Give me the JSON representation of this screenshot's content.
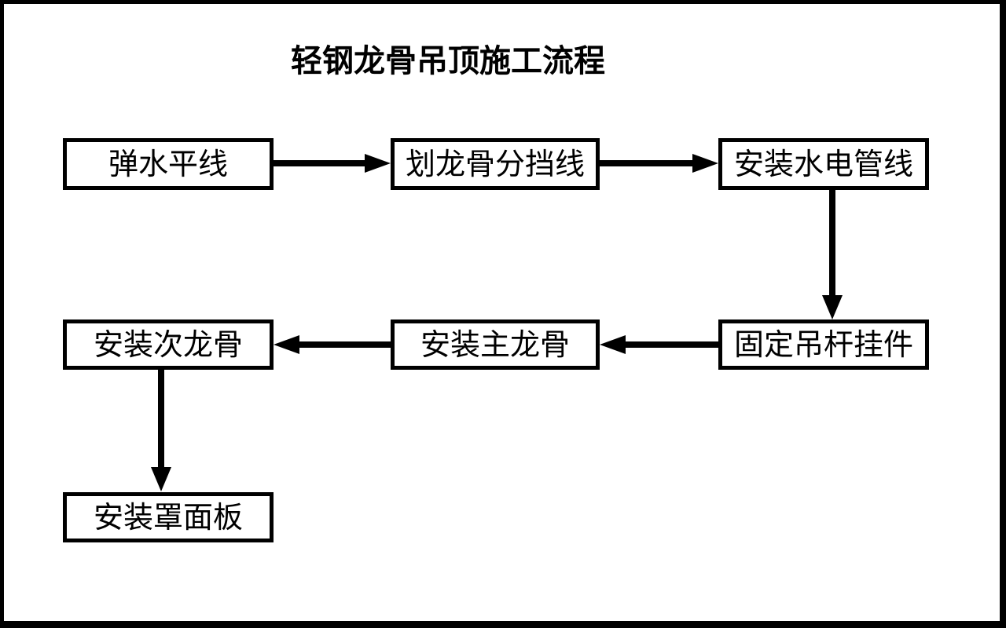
{
  "title": "轻钢龙骨吊顶施工流程",
  "colors": {
    "line": "#000000",
    "background": "#ffffff"
  },
  "nodes": [
    {
      "id": 1,
      "label": "弹水平线"
    },
    {
      "id": 2,
      "label": "划龙骨分挡线"
    },
    {
      "id": 3,
      "label": "安装水电管线"
    },
    {
      "id": 4,
      "label": "固定吊杆挂件"
    },
    {
      "id": 5,
      "label": "安装主龙骨"
    },
    {
      "id": 6,
      "label": "安装次龙骨"
    },
    {
      "id": 7,
      "label": "安装罩面板"
    }
  ],
  "edges": [
    {
      "from": "弹水平线",
      "to": "划龙骨分挡线",
      "direction": "right"
    },
    {
      "from": "划龙骨分挡线",
      "to": "安装水电管线",
      "direction": "right"
    },
    {
      "from": "安装水电管线",
      "to": "固定吊杆挂件",
      "direction": "down"
    },
    {
      "from": "固定吊杆挂件",
      "to": "安装主龙骨",
      "direction": "left"
    },
    {
      "from": "安装主龙骨",
      "to": "安装次龙骨",
      "direction": "left"
    },
    {
      "from": "安装次龙骨",
      "to": "安装罩面板",
      "direction": "down"
    }
  ]
}
